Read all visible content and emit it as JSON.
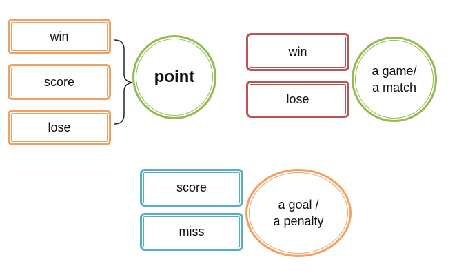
{
  "group1": {
    "verbs": [
      "win",
      "score",
      "lose"
    ],
    "noun": "point"
  },
  "group2": {
    "verbs": [
      "win",
      "lose"
    ],
    "noun": "a game/\na match"
  },
  "group3": {
    "verbs": [
      "score",
      "miss"
    ],
    "noun": "a goal /\na penalty"
  },
  "colors": {
    "orange": "#F0A060",
    "green": "#92BB50",
    "red": "#B85454",
    "teal": "#55AFC0"
  }
}
